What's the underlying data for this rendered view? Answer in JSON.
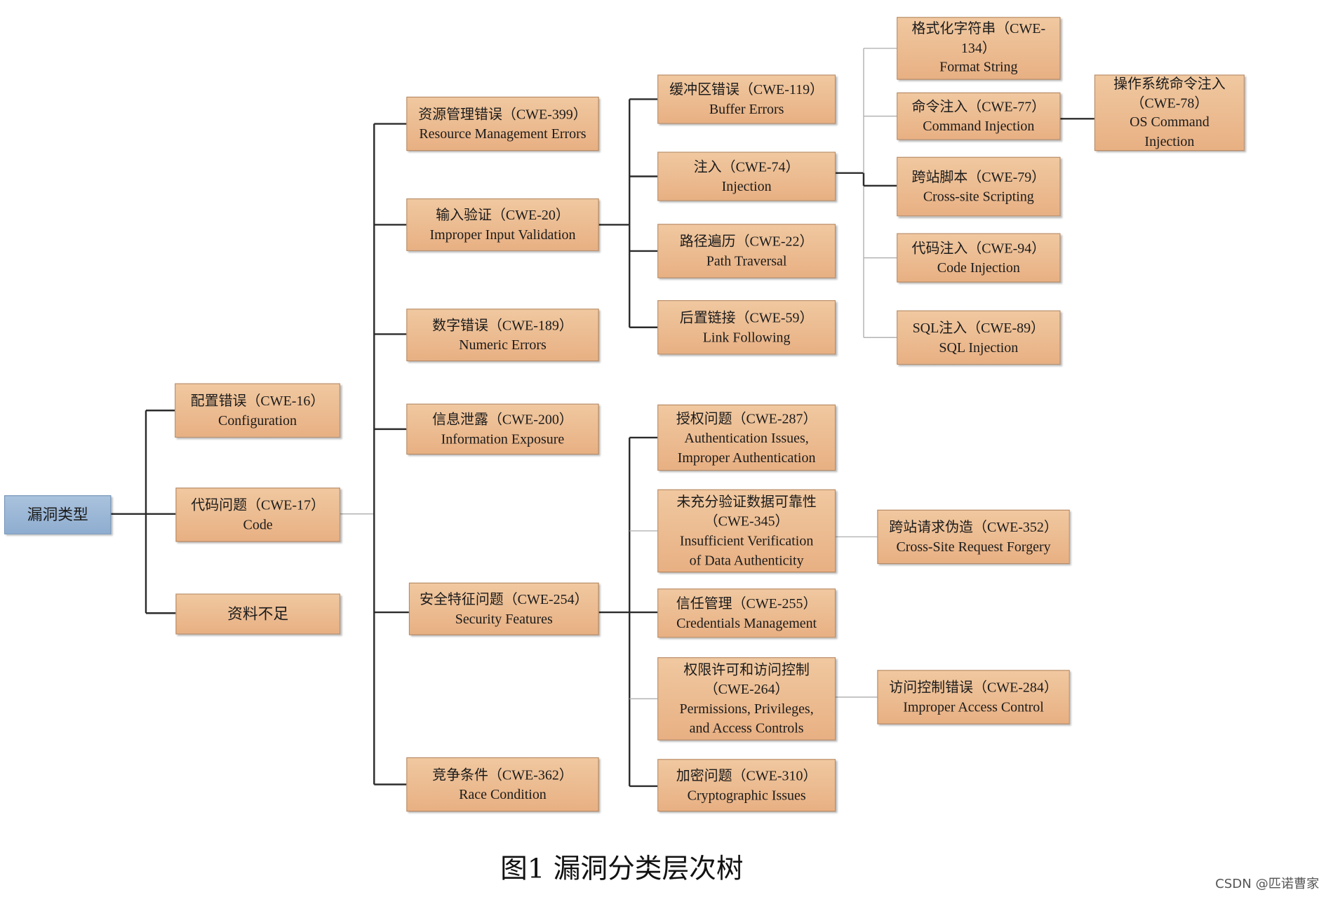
{
  "root": {
    "label": "漏洞类型"
  },
  "level1": [
    {
      "id": "config",
      "lines": [
        "配置错误（CWE-16）",
        "Configuration"
      ]
    },
    {
      "id": "code",
      "lines": [
        "代码问题（CWE-17）",
        "Code"
      ]
    },
    {
      "id": "insufficient",
      "lines": [
        "资料不足"
      ]
    }
  ],
  "code_children": [
    {
      "id": "resource",
      "lines": [
        "资源管理错误（CWE-399）",
        "Resource Management Errors"
      ]
    },
    {
      "id": "input",
      "lines": [
        "输入验证（CWE-20）",
        "Improper Input Validation"
      ]
    },
    {
      "id": "numeric",
      "lines": [
        "数字错误（CWE-189）",
        "Numeric Errors"
      ]
    },
    {
      "id": "info",
      "lines": [
        "信息泄露（CWE-200）",
        "Information Exposure"
      ]
    },
    {
      "id": "security",
      "lines": [
        "安全特征问题（CWE-254）",
        "Security Features"
      ]
    },
    {
      "id": "race",
      "lines": [
        "竞争条件（CWE-362）",
        "Race Condition"
      ]
    }
  ],
  "input_children": [
    {
      "id": "buffer",
      "lines": [
        "缓冲区错误（CWE-119）",
        "Buffer Errors"
      ]
    },
    {
      "id": "injection",
      "lines": [
        "注入（CWE-74）",
        "Injection"
      ]
    },
    {
      "id": "path",
      "lines": [
        "路径遍历（CWE-22）",
        "Path Traversal"
      ]
    },
    {
      "id": "link",
      "lines": [
        "后置链接（CWE-59）",
        "Link Following"
      ]
    }
  ],
  "injection_children": [
    {
      "id": "format",
      "lines": [
        "格式化字符串（CWE-",
        "134）",
        "Format String"
      ]
    },
    {
      "id": "cmd",
      "lines": [
        "命令注入（CWE-77）",
        "Command Injection"
      ]
    },
    {
      "id": "xss",
      "lines": [
        "跨站脚本（CWE-79）",
        "Cross-site Scripting"
      ]
    },
    {
      "id": "codeinj",
      "lines": [
        "代码注入（CWE-94）",
        "Code Injection"
      ]
    },
    {
      "id": "sql",
      "lines": [
        "SQL注入（CWE-89）",
        "SQL Injection"
      ]
    }
  ],
  "cmd_children": [
    {
      "id": "oscmd",
      "lines": [
        "操作系统命令注入",
        "（CWE-78）",
        "OS Command",
        "Injection"
      ]
    }
  ],
  "security_children": [
    {
      "id": "auth",
      "lines": [
        "授权问题（CWE-287）",
        "Authentication Issues,",
        "Improper Authentication"
      ]
    },
    {
      "id": "verify",
      "lines": [
        "未充分验证数据可靠性",
        "（CWE-345）",
        "Insufficient Verification",
        "of Data Authenticity"
      ]
    },
    {
      "id": "cred",
      "lines": [
        "信任管理（CWE-255）",
        "Credentials Management"
      ]
    },
    {
      "id": "perm",
      "lines": [
        "权限许可和访问控制",
        "（CWE-264）",
        "Permissions, Privileges,",
        "and Access Controls"
      ]
    },
    {
      "id": "crypto",
      "lines": [
        "加密问题（CWE-310）",
        "Cryptographic Issues"
      ]
    }
  ],
  "verify_children": [
    {
      "id": "csrf",
      "lines": [
        "跨站请求伪造（CWE-352）",
        "Cross-Site Request Forgery"
      ]
    }
  ],
  "perm_children": [
    {
      "id": "access",
      "lines": [
        "访问控制错误（CWE-284）",
        "Improper Access Control"
      ]
    }
  ],
  "caption": "图1 漏洞分类层次树",
  "watermark": "CSDN @匹诺曹家",
  "colors": {
    "node_fill": "#eab78b",
    "root_fill": "#9db8d8",
    "line_dark": "#2b2b2b",
    "line_light": "#b3b3b3"
  }
}
